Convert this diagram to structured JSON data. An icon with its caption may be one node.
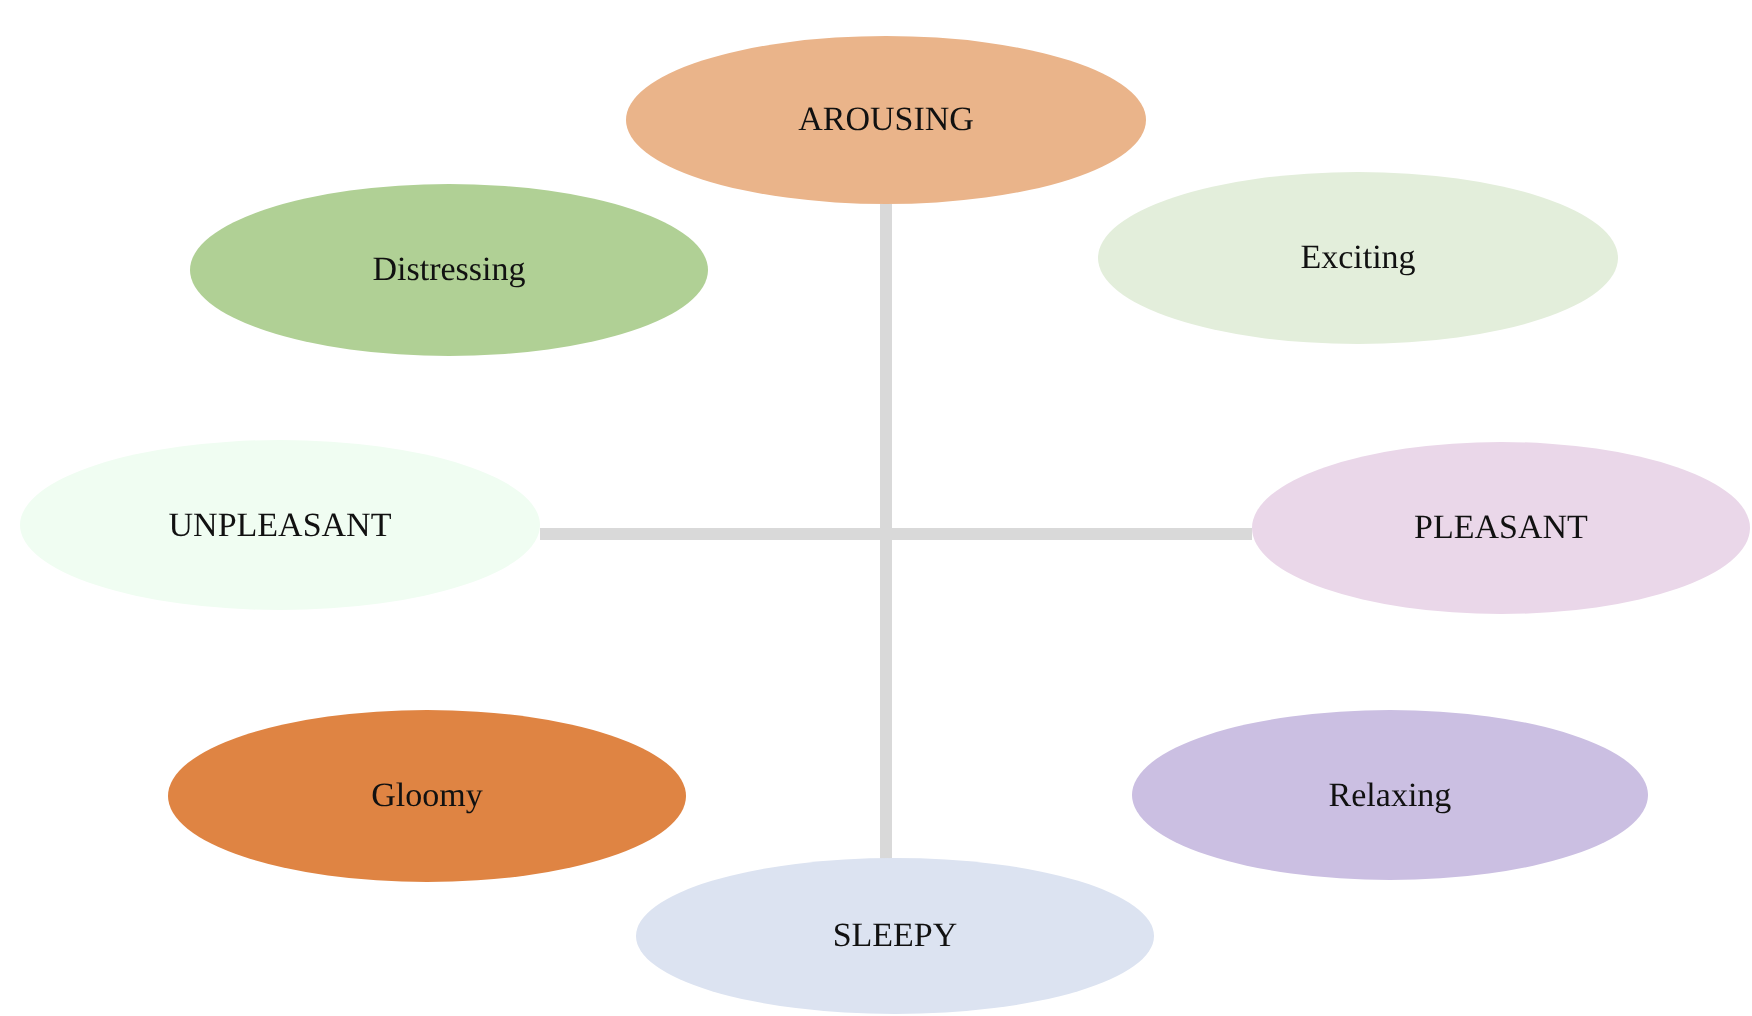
{
  "diagram": {
    "nodes": [
      {
        "text": [
          "AROUSING"
        ]
      },
      {
        "text": [
          "Distressing"
        ]
      },
      {
        "text": [
          "Exciting"
        ]
      },
      {
        "text": [
          "UNPLEASANT"
        ]
      },
      {
        "text": [
          "PLEASANT"
        ]
      },
      {
        "text": [
          "Gloomy"
        ]
      },
      {
        "text": [
          "Relaxing"
        ]
      },
      {
        "text": [
          "SLEEPY"
        ]
      }
    ],
    "edges": [
      {
        "from": 0,
        "to": 7,
        "arrow": "none"
      },
      {
        "from": 3,
        "to": 4,
        "arrow": "none"
      }
    ]
  }
}
